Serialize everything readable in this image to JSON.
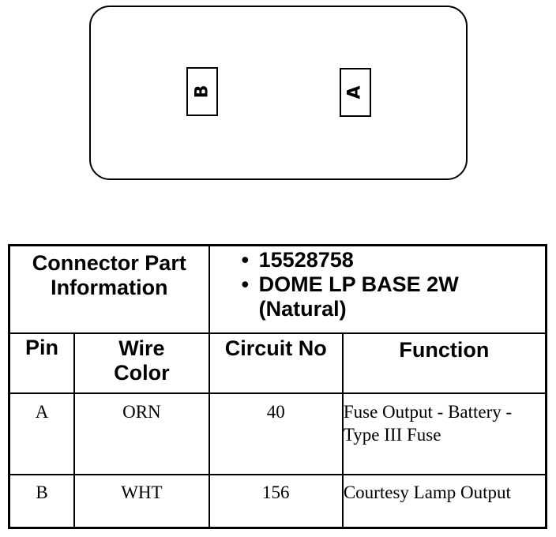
{
  "connector": {
    "pins": [
      {
        "label": "B"
      },
      {
        "label": "A"
      }
    ]
  },
  "table": {
    "part_info_label": "Connector Part Information",
    "part_info_values": [
      "15528758",
      "DOME LP BASE 2W",
      "(Natural)"
    ],
    "headers": {
      "pin": "Pin",
      "wire_color": "Wire Color",
      "circuit_no": "Circuit No",
      "function": "Function"
    },
    "rows": [
      {
        "pin": "A",
        "wire_color": "ORN",
        "circuit": "40",
        "function": "Fuse Output - Battery - Type III Fuse"
      },
      {
        "pin": "B",
        "wire_color": "WHT",
        "circuit": "156",
        "function": "Courtesy Lamp Output"
      }
    ]
  }
}
